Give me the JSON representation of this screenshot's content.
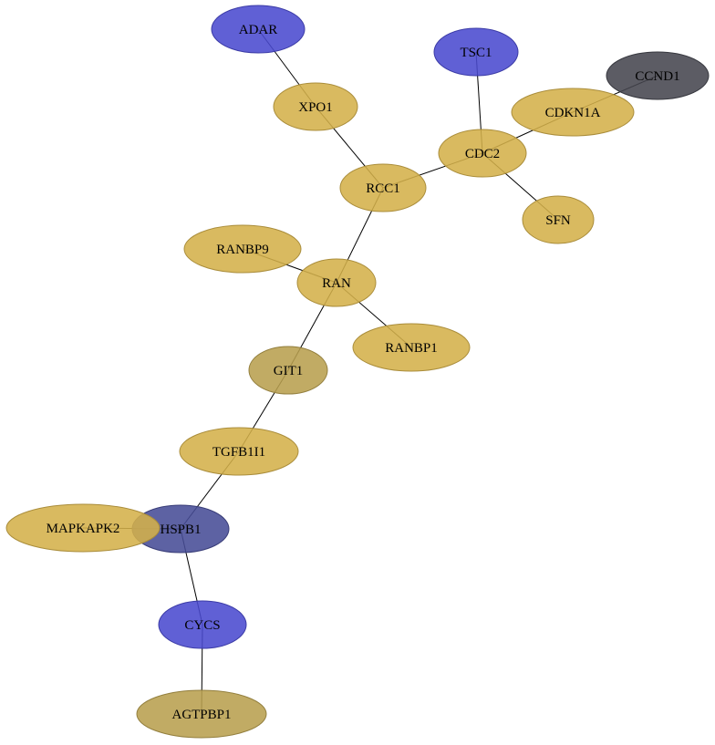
{
  "colors": {
    "gold": "#d4b04a",
    "gold_dark": "#b89f4e",
    "blue": "#4a4acf",
    "navy": "#474c96",
    "gray": "#45464f"
  },
  "nodes": [
    {
      "id": "ADAR",
      "label": "ADAR",
      "color": "blue"
    },
    {
      "id": "XPO1",
      "label": "XPO1",
      "color": "gold"
    },
    {
      "id": "TSC1",
      "label": "TSC1",
      "color": "blue"
    },
    {
      "id": "CCND1",
      "label": "CCND1",
      "color": "gray"
    },
    {
      "id": "CDKN1A",
      "label": "CDKN1A",
      "color": "gold"
    },
    {
      "id": "CDC2",
      "label": "CDC2",
      "color": "gold"
    },
    {
      "id": "RCC1",
      "label": "RCC1",
      "color": "gold"
    },
    {
      "id": "SFN",
      "label": "SFN",
      "color": "gold"
    },
    {
      "id": "RANBP9",
      "label": "RANBP9",
      "color": "gold"
    },
    {
      "id": "RAN",
      "label": "RAN",
      "color": "gold"
    },
    {
      "id": "RANBP1",
      "label": "RANBP1",
      "color": "gold"
    },
    {
      "id": "GIT1",
      "label": "GIT1",
      "color": "gold_dark"
    },
    {
      "id": "TGFB1I1",
      "label": "TGFB1I1",
      "color": "gold"
    },
    {
      "id": "HSPB1",
      "label": "HSPB1",
      "color": "navy"
    },
    {
      "id": "MAPKAPK2",
      "label": "MAPKAPK2",
      "color": "gold"
    },
    {
      "id": "CYCS",
      "label": "CYCS",
      "color": "blue"
    },
    {
      "id": "AGTPBP1",
      "label": "AGTPBP1",
      "color": "gold_dark"
    }
  ],
  "edges": [
    [
      "ADAR",
      "XPO1"
    ],
    [
      "XPO1",
      "RCC1"
    ],
    [
      "TSC1",
      "CDC2"
    ],
    [
      "CCND1",
      "CDKN1A"
    ],
    [
      "CDKN1A",
      "CDC2"
    ],
    [
      "CDC2",
      "RCC1"
    ],
    [
      "CDC2",
      "SFN"
    ],
    [
      "RCC1",
      "RAN"
    ],
    [
      "RANBP9",
      "RAN"
    ],
    [
      "RAN",
      "RANBP1"
    ],
    [
      "RAN",
      "GIT1"
    ],
    [
      "GIT1",
      "TGFB1I1"
    ],
    [
      "TGFB1I1",
      "HSPB1"
    ],
    [
      "MAPKAPK2",
      "HSPB1"
    ],
    [
      "HSPB1",
      "CYCS"
    ],
    [
      "CYCS",
      "AGTPBP1"
    ]
  ]
}
